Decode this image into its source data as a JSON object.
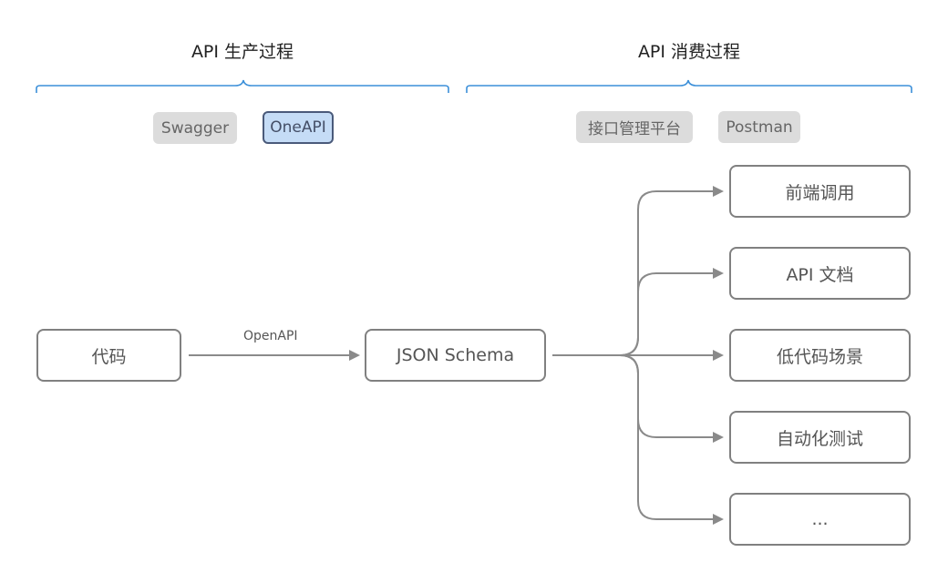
{
  "production": {
    "title": "API 生产过程",
    "tags": [
      "Swagger",
      "OneAPI"
    ]
  },
  "consumption": {
    "title": "API 消费过程",
    "tags": [
      "接口管理平台",
      "Postman"
    ]
  },
  "nodes": {
    "code": "代码",
    "schema": "JSON Schema",
    "targets": [
      "前端调用",
      "API 文档",
      "低代码场景",
      "自动化测试",
      "..."
    ]
  },
  "edge_label": "OpenAPI",
  "colors": {
    "brace": "#3b8fd9",
    "node_border": "#808080",
    "arrow": "#8a8a8a",
    "tag_bg": "#dcdcdc",
    "tag_highlight_bg": "#c5dcf6",
    "tag_highlight_border": "#4a5a7a"
  }
}
